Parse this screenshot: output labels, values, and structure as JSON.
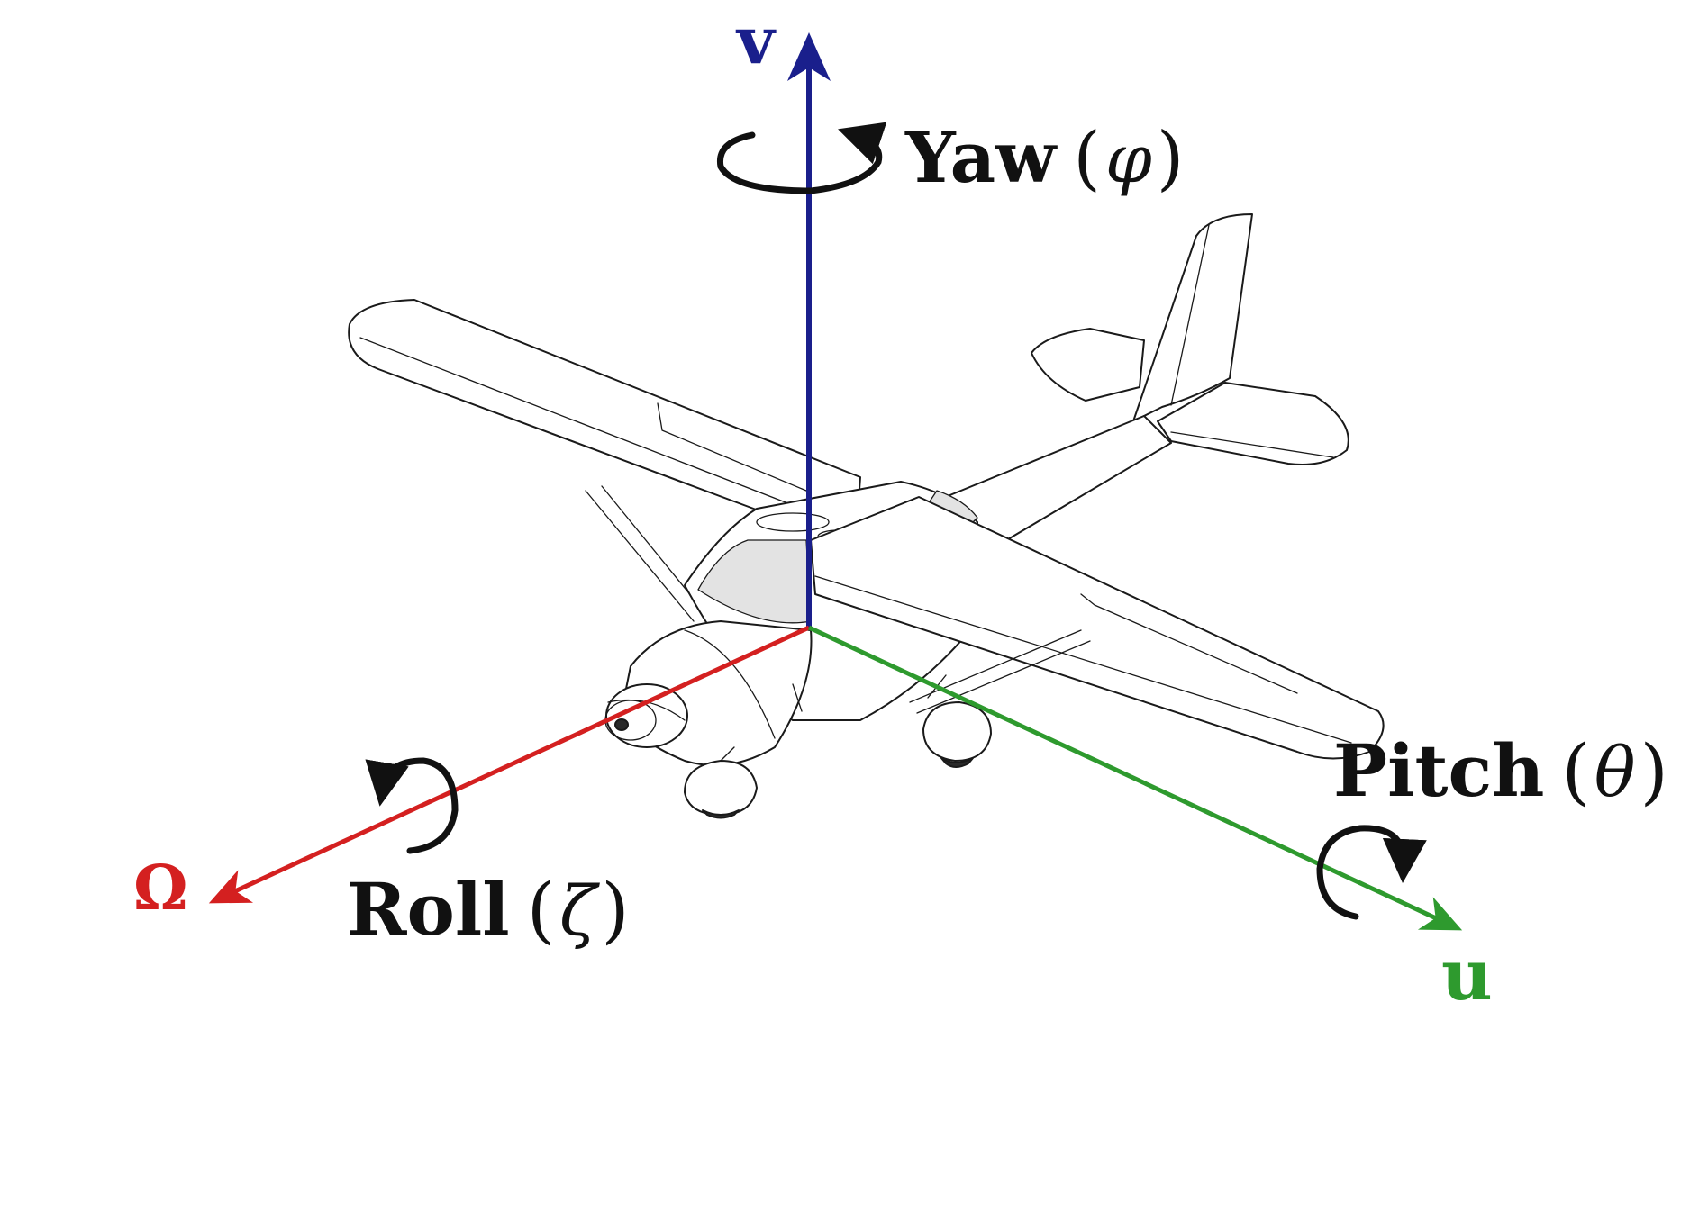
{
  "axes": {
    "vertical": {
      "label": "v",
      "color": "#1a1f8c"
    },
    "longitudinal": {
      "label": "Ω",
      "color": "#d42020"
    },
    "lateral": {
      "label": "u",
      "color": "#2e9a2e"
    }
  },
  "rotations": {
    "yaw": {
      "name": "Yaw",
      "symbol": "φ"
    },
    "roll": {
      "name": "Roll",
      "symbol": "ζ"
    },
    "pitch": {
      "name": "Pitch",
      "symbol": "θ"
    }
  },
  "icons": {
    "yaw_arrow": "circular-arrow-icon",
    "roll_arrow": "circular-arrow-icon",
    "pitch_arrow": "circular-arrow-icon",
    "aircraft": "airplane-illustration"
  }
}
